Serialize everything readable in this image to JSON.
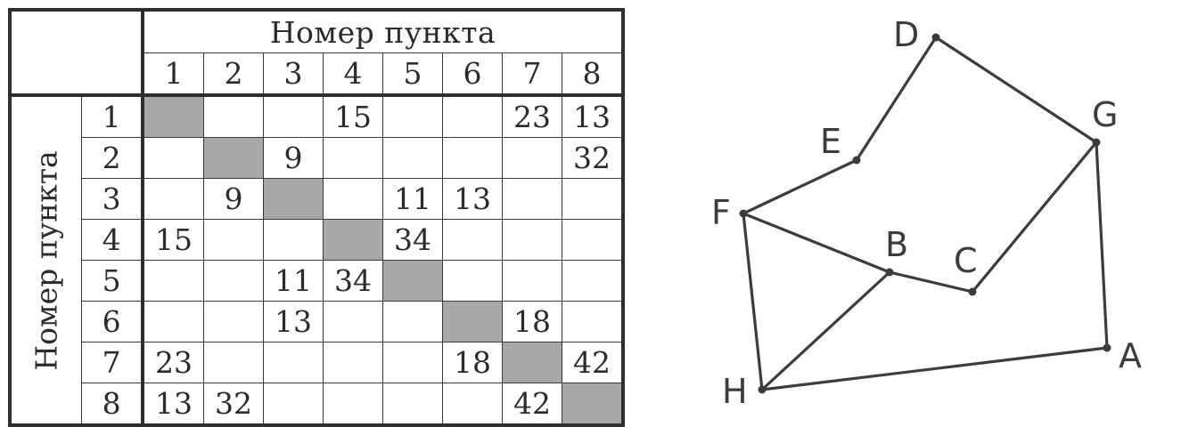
{
  "table": {
    "col_header_title": "Номер пункта",
    "row_header_title": "Номер пункта",
    "headers": [
      "1",
      "2",
      "3",
      "4",
      "5",
      "6",
      "7",
      "8"
    ],
    "rows": [
      [
        "",
        "",
        "",
        "15",
        "",
        "",
        "23",
        "13"
      ],
      [
        "",
        "",
        "9",
        "",
        "",
        "",
        "",
        "32"
      ],
      [
        "",
        "9",
        "",
        "",
        "11",
        "13",
        "",
        ""
      ],
      [
        "15",
        "",
        "",
        "",
        "34",
        "",
        "",
        ""
      ],
      [
        "",
        "",
        "11",
        "34",
        "",
        "",
        "",
        ""
      ],
      [
        "",
        "",
        "13",
        "",
        "",
        "",
        "18",
        ""
      ],
      [
        "23",
        "",
        "",
        "",
        "",
        "18",
        "",
        "42"
      ],
      [
        "13",
        "32",
        "",
        "",
        "",
        "",
        "42",
        ""
      ]
    ]
  },
  "graph": {
    "vertices": {
      "A": "A",
      "B": "B",
      "C": "C",
      "D": "D",
      "E": "E",
      "F": "F",
      "G": "G",
      "H": "H"
    },
    "edges": [
      [
        "D",
        "E"
      ],
      [
        "D",
        "G"
      ],
      [
        "E",
        "F"
      ],
      [
        "F",
        "B"
      ],
      [
        "B",
        "C"
      ],
      [
        "C",
        "G"
      ],
      [
        "G",
        "A"
      ],
      [
        "A",
        "H"
      ],
      [
        "H",
        "F"
      ],
      [
        "H",
        "B"
      ]
    ],
    "edge_color": "#3c3c3c"
  }
}
